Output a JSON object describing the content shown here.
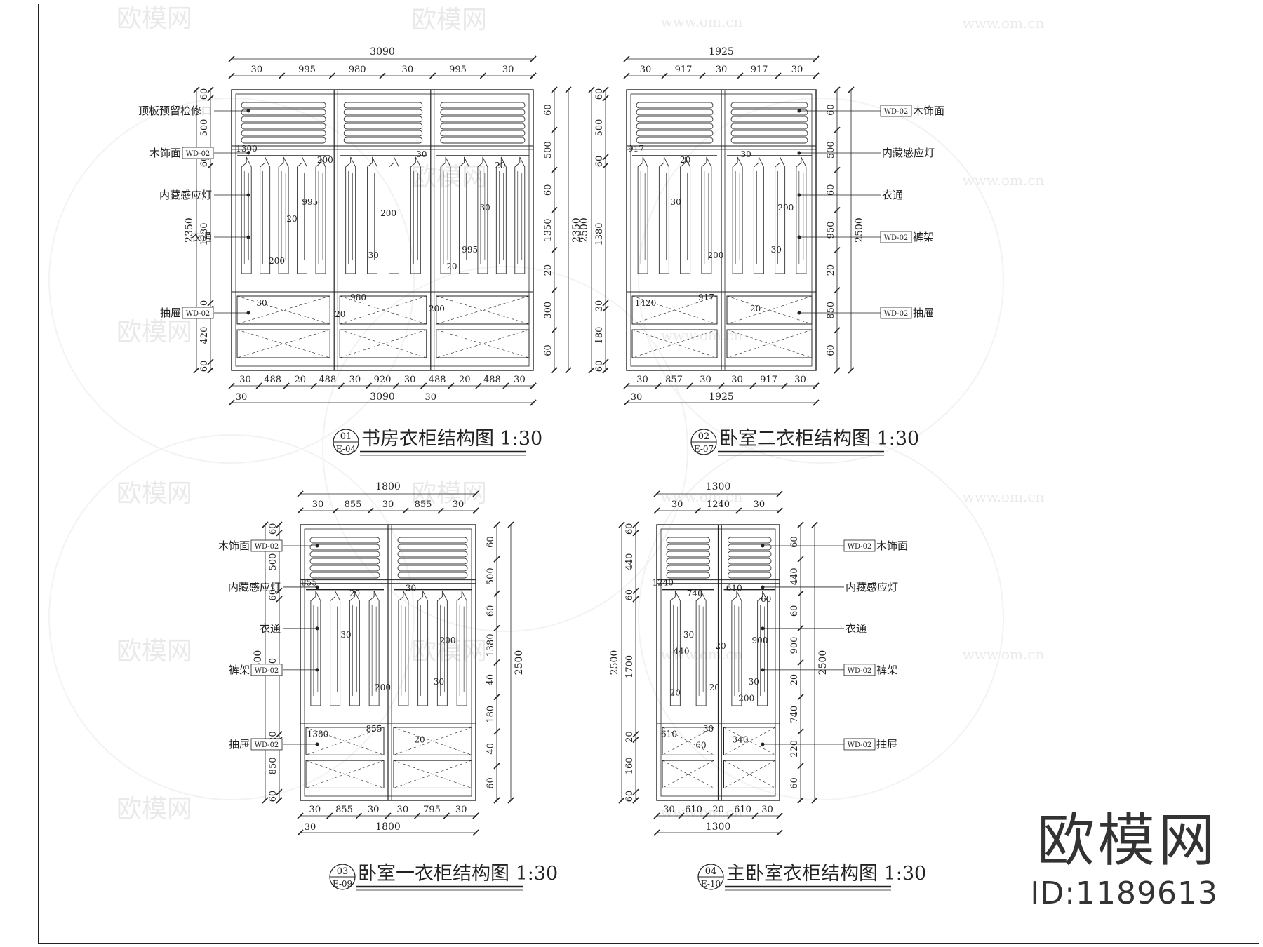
{
  "watermark": {
    "brand": "欧模网",
    "id": "ID:1189613",
    "site": "www.om.cn",
    "logo": "欧模网"
  },
  "drawings": [
    {
      "num": "01",
      "ref": "E-04",
      "title": "书房衣柜结构图 1:30",
      "top_dims": [
        "30",
        "995",
        "980",
        "30",
        "995",
        "30"
      ],
      "overall": "3090",
      "bottom_dims": [
        "30",
        "488",
        "20",
        "488",
        "30",
        "920",
        "30",
        "488",
        "20",
        "488",
        "30"
      ],
      "bottom_sub": [
        "30",
        "30"
      ],
      "left_dims": [
        "60",
        "500",
        "60",
        "1230",
        "20",
        "420",
        "60"
      ],
      "left_total": "2350",
      "right_dims": [
        "60",
        "500",
        "60",
        "1350",
        "20",
        "300",
        "60"
      ],
      "right_total": "2350",
      "mid_dims": [
        "1300",
        "980",
        "995",
        "995",
        "30",
        "30",
        "30",
        "30",
        "200",
        "200",
        "200",
        "200",
        "20",
        "20",
        "20",
        "20"
      ],
      "labels": [
        {
          "text": "顶板预留检修口",
          "tag": ""
        },
        {
          "text": "木饰面",
          "tag": "WD-02"
        },
        {
          "text": "内藏感应灯",
          "tag": ""
        },
        {
          "text": "衣通",
          "tag": ""
        },
        {
          "text": "抽屉",
          "tag": "WD-02"
        }
      ]
    },
    {
      "num": "02",
      "ref": "E-07",
      "title": "卧室二衣柜结构图 1:30",
      "top_dims": [
        "30",
        "917",
        "30",
        "917",
        "30"
      ],
      "overall": "1925",
      "bottom_dims": [
        "30",
        "857",
        "30",
        "30",
        "917",
        "30"
      ],
      "bottom_total": "1925",
      "bottom_sub": [
        "30"
      ],
      "left_dims": [
        "60",
        "500",
        "60",
        "1380",
        "30",
        "180",
        "60"
      ],
      "left_total": "2500",
      "right_dims": [
        "60",
        "500",
        "60",
        "950",
        "20",
        "850",
        "60"
      ],
      "right_total": "2500",
      "mid_dims": [
        "917",
        "917",
        "30",
        "30",
        "30",
        "1420",
        "200",
        "200",
        "20",
        "20"
      ],
      "labels": [
        {
          "text": "木饰面",
          "tag": "WD-02"
        },
        {
          "text": "内藏感应灯",
          "tag": ""
        },
        {
          "text": "衣通",
          "tag": ""
        },
        {
          "text": "裤架",
          "tag": "WD-02"
        },
        {
          "text": "抽屉",
          "tag": "WD-02"
        }
      ]
    },
    {
      "num": "03",
      "ref": "E-09",
      "title": "卧室一衣柜结构图 1:30",
      "top_dims": [
        "30",
        "855",
        "30",
        "855",
        "30"
      ],
      "overall": "1800",
      "bottom_dims": [
        "30",
        "855",
        "30",
        "30",
        "795",
        "30"
      ],
      "bottom_total": "1800",
      "bottom_sub": [
        "30"
      ],
      "left_dims": [
        "60",
        "500",
        "60",
        "950",
        "20",
        "850",
        "60"
      ],
      "left_total": "2500",
      "right_dims": [
        "60",
        "500",
        "60",
        "1380",
        "40",
        "180",
        "40",
        "60"
      ],
      "right_total": "2500",
      "mid_dims": [
        "855",
        "855",
        "30",
        "30",
        "30",
        "1380",
        "200",
        "200",
        "20",
        "20"
      ],
      "labels": [
        {
          "text": "木饰面",
          "tag": "WD-02"
        },
        {
          "text": "内藏感应灯",
          "tag": ""
        },
        {
          "text": "衣通",
          "tag": ""
        },
        {
          "text": "裤架",
          "tag": "WD-02"
        },
        {
          "text": "抽屉",
          "tag": "WD-02"
        }
      ]
    },
    {
      "num": "04",
      "ref": "E-10",
      "title": "主卧室衣柜结构图 1:30",
      "top_dims": [
        "30",
        "1240",
        "30"
      ],
      "overall": "1300",
      "bottom_dims": [
        "30",
        "610",
        "20",
        "610",
        "30"
      ],
      "bottom_total": "1300",
      "left_dims": [
        "60",
        "440",
        "60",
        "1700",
        "20",
        "160",
        "60"
      ],
      "left_total": "2500",
      "right_dims": [
        "60",
        "440",
        "60",
        "900",
        "20",
        "740",
        "220",
        "60"
      ],
      "right_total": "2500",
      "mid_dims": [
        "1240",
        "30",
        "30",
        "30",
        "610",
        "610",
        "20",
        "900",
        "740",
        "340",
        "20",
        "20",
        "60",
        "60",
        "200",
        "440"
      ],
      "labels": [
        {
          "text": "木饰面",
          "tag": "WD-02"
        },
        {
          "text": "内藏感应灯",
          "tag": ""
        },
        {
          "text": "衣通",
          "tag": ""
        },
        {
          "text": "裤架",
          "tag": "WD-02"
        },
        {
          "text": "抽屉",
          "tag": "WD-02"
        }
      ]
    }
  ]
}
